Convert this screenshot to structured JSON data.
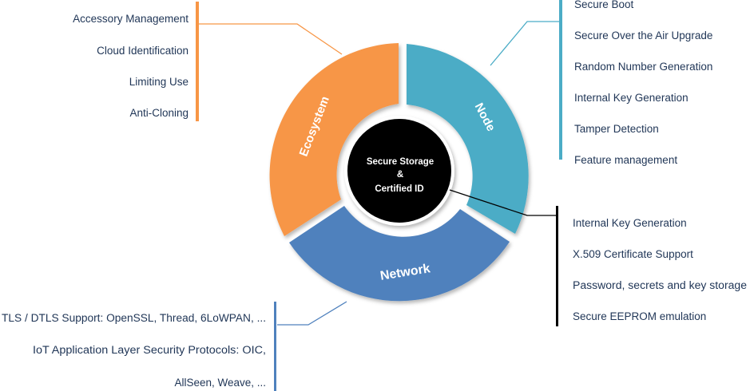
{
  "colors": {
    "ecosystem": "#f79646",
    "node": "#4bacc6",
    "network": "#4f81bd",
    "center": "#000000",
    "text": "#1f3556"
  },
  "center": {
    "line1": "Secure Storage",
    "line2": "&",
    "line3": "Certified ID"
  },
  "segments": {
    "ecosystem": "Ecosystem",
    "node": "Node",
    "network": "Network"
  },
  "ecosystem_items": [
    "Accessory Management",
    "Cloud Identification",
    "Limiting Use",
    "Anti-Cloning"
  ],
  "node_items": [
    "Secure Boot",
    "Secure Over the Air Upgrade",
    "Random Number Generation",
    "Internal Key Generation",
    "Tamper Detection",
    "Feature management"
  ],
  "center_items": [
    "Internal Key Generation",
    "X.509 Certificate Support",
    "Password, secrets and key storage",
    "Secure EEPROM emulation"
  ],
  "network_items": [
    "TLS / DTLS Support: OpenSSL, Thread, 6LoWPAN, ...",
    "IoT Application Layer Security Protocols: OIC,",
    "AllSeen, Weave, ..."
  ]
}
